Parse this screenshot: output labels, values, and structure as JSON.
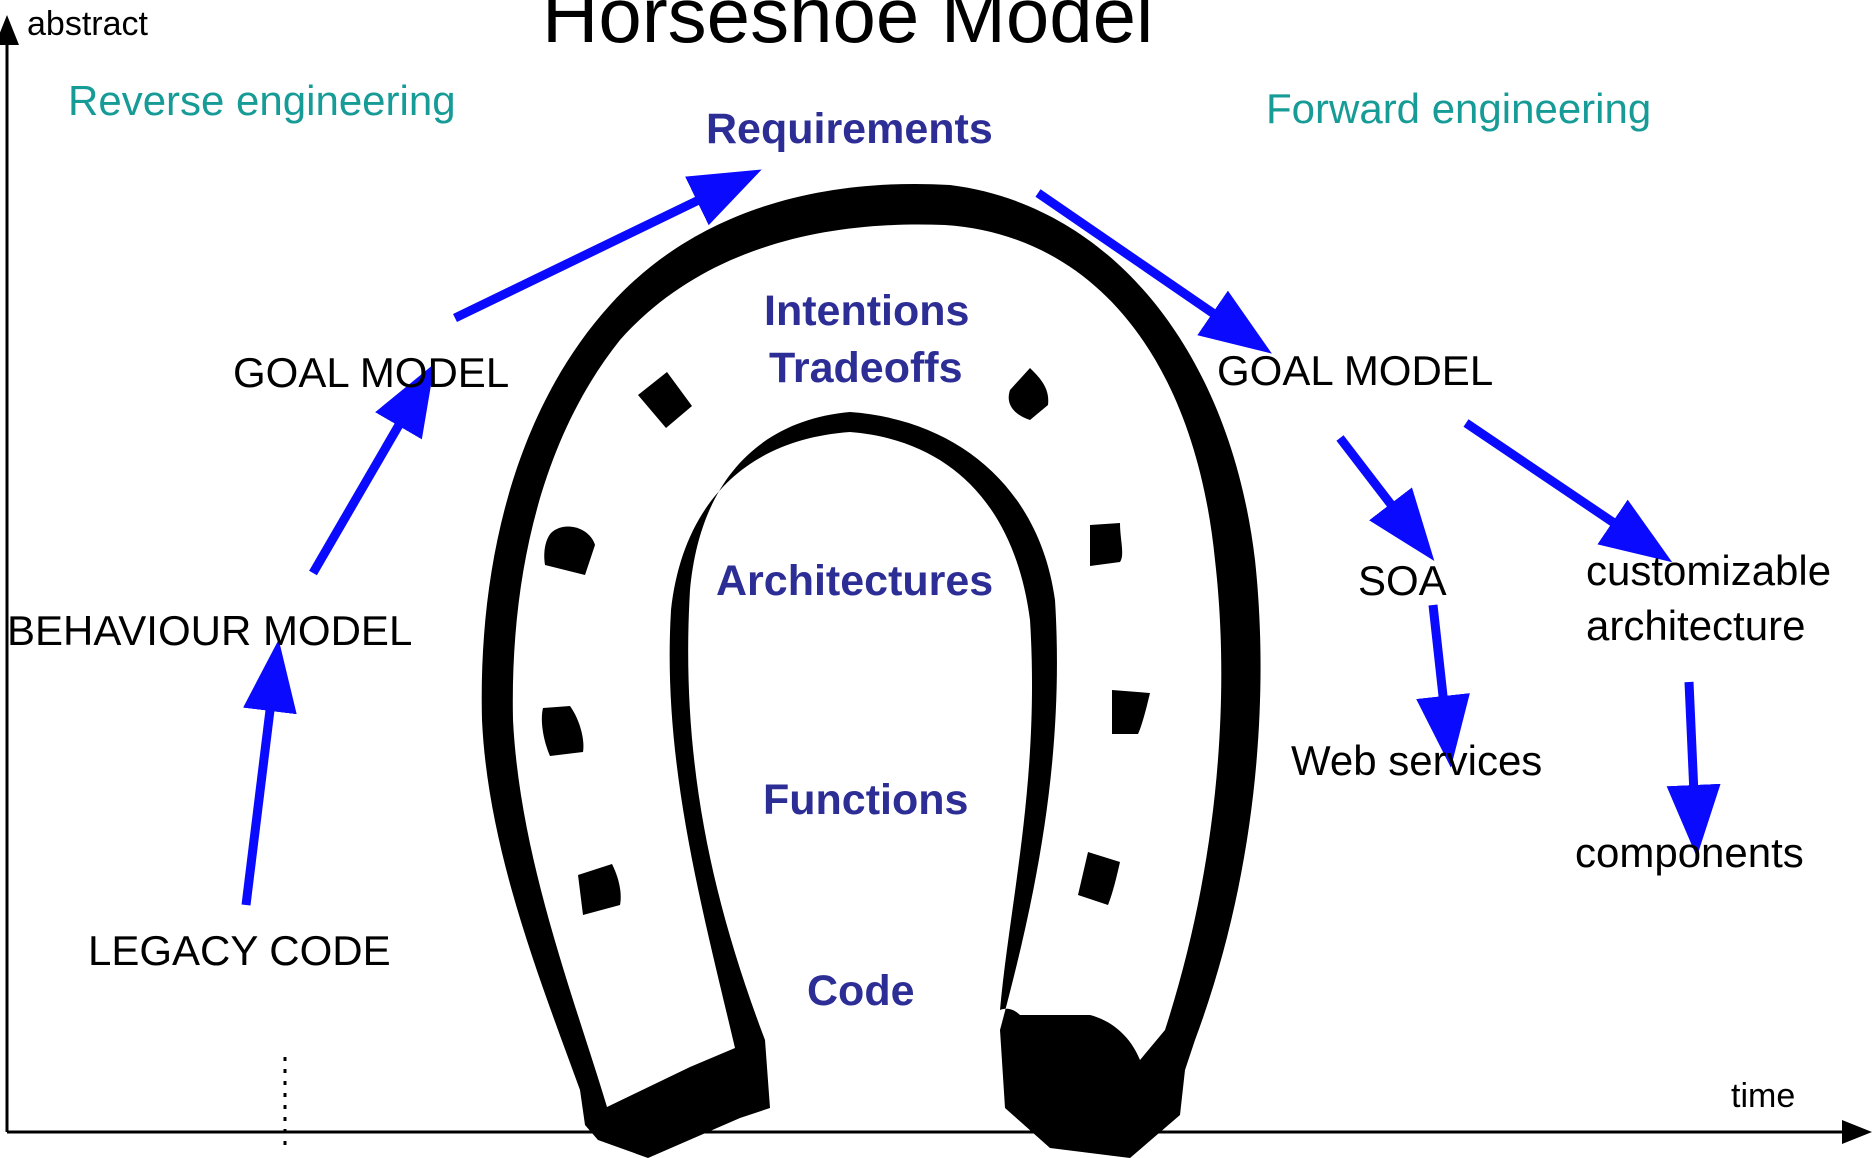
{
  "title": "Horseshoe Model",
  "axes": {
    "y_label": "abstract",
    "x_label": "time"
  },
  "colors": {
    "arrow": "#0a0aff",
    "teal": "#169b96",
    "layer_text": "#2d2d96",
    "shoe": "#000000"
  },
  "sides": {
    "left": "Reverse engineering",
    "right": "Forward engineering"
  },
  "left_nodes": {
    "goal_model": "GOAL MODEL",
    "behaviour_model": "BEHAVIOUR MODEL",
    "legacy_code": "LEGACY CODE"
  },
  "layers": {
    "requirements": "Requirements",
    "intentions": "Intentions",
    "tradeoffs": "Tradeoffs",
    "architectures": "Architectures",
    "functions": "Functions",
    "code": "Code"
  },
  "right_nodes": {
    "goal_model": "GOAL MODEL",
    "soa": "SOA",
    "customizable": "customizable",
    "architecture": "architecture",
    "web_services": "Web services",
    "components": "components"
  },
  "icons": [
    "arrow-icon",
    "horseshoe-icon",
    "nail-hole-icon"
  ]
}
